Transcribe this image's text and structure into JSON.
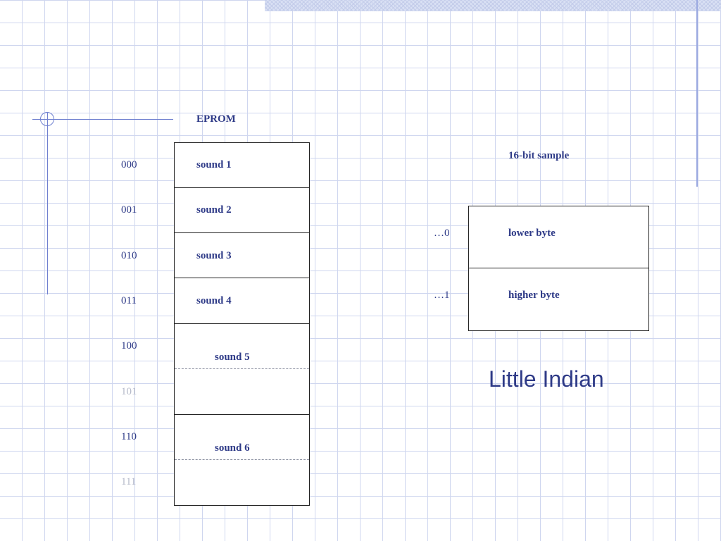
{
  "eprom": {
    "title": "EPROM",
    "addresses": [
      "000",
      "001",
      "010",
      "011",
      "100",
      "101",
      "110",
      "111"
    ],
    "sounds": [
      "sound 1",
      "sound 2",
      "sound 3",
      "sound 4",
      "sound 5",
      "sound 6"
    ]
  },
  "sample": {
    "title": "16-bit sample",
    "rows": [
      {
        "address": "…0",
        "label": "lower byte"
      },
      {
        "address": "…1",
        "label": "higher byte"
      }
    ]
  },
  "caption": "Little Indian",
  "colors": {
    "text": "#2e3a87",
    "faint_text": "#b4b9c9",
    "grid": "#cfd6ef",
    "accent_line": "#6f80d0"
  }
}
